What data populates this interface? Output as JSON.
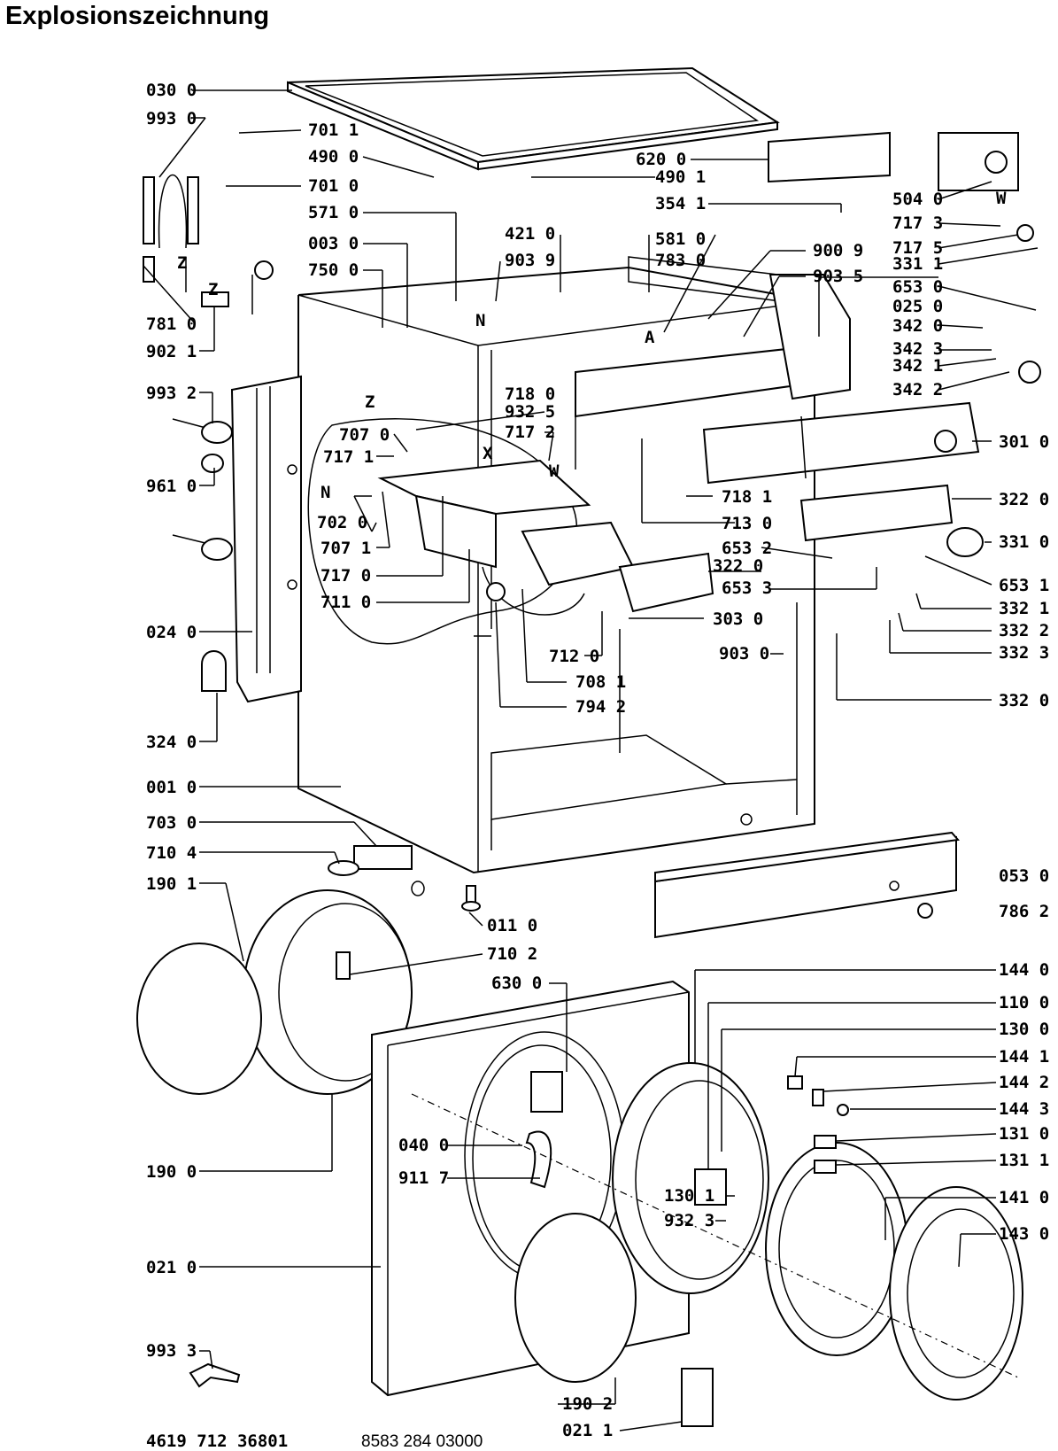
{
  "title": "Explosionszeichnung",
  "footer": {
    "left": "4619 712 36801",
    "right": "8583 284 03000"
  },
  "letters": [
    "Z",
    "Z",
    "Z",
    "N",
    "N",
    "A",
    "X",
    "W",
    "W"
  ],
  "labels": [
    "030 0",
    "993 0",
    "701 1",
    "490 0",
    "701 0",
    "571 0",
    "003 0",
    "750 0",
    "781 0",
    "902 1",
    "993 2",
    "961 0",
    "024 0",
    "324 0",
    "620 0",
    "490 1",
    "354 1",
    "421 0",
    "903 9",
    "581 0",
    "783 0",
    "900 9",
    "903 5",
    "504 0",
    "717 3",
    "717 5",
    "331 1",
    "653 0",
    "025 0",
    "342 0",
    "342 3",
    "342 1",
    "342 2",
    "718 0",
    "932 5",
    "717 2",
    "707 0",
    "717 1",
    "702 0",
    "707 1",
    "717 0",
    "711 0",
    "301 0",
    "718 1",
    "713 0",
    "322 0",
    "653 2",
    "322 0",
    "653 3",
    "331 0",
    "653 1",
    "332 1",
    "332 2",
    "332 3",
    "303 0",
    "712 0",
    "708 1",
    "794 2",
    "903 0",
    "332 0",
    "001 0",
    "703 0",
    "710 4",
    "190 1",
    "011 0",
    "053 0",
    "786 2",
    "710 2",
    "630 0",
    "144 0",
    "110 0",
    "130 0",
    "144 1",
    "144 2",
    "144 3",
    "131 0",
    "131 1",
    "040 0",
    "911 7",
    "130 1",
    "932 3",
    "141 0",
    "143 0",
    "190 0",
    "021 0",
    "993 3",
    "190 2",
    "021 1"
  ]
}
